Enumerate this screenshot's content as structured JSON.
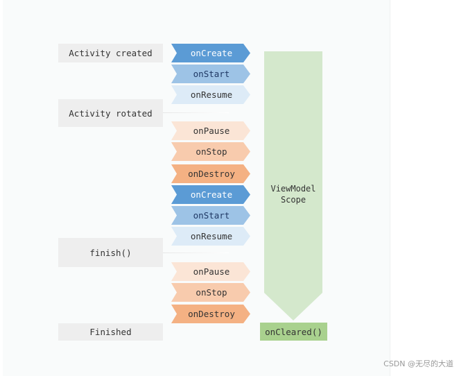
{
  "states": {
    "created": "Activity created",
    "rotated": "Activity rotated",
    "finish": "finish()",
    "finished": "Finished"
  },
  "callbacks": [
    {
      "label": "onCreate",
      "fill": "#5b9bd5",
      "text": "#ffffff"
    },
    {
      "label": "onStart",
      "fill": "#9dc3e6",
      "text": "#1f3864"
    },
    {
      "label": "onResume",
      "fill": "#ddebf7",
      "text": "#333333"
    },
    {
      "label": "onPause",
      "fill": "#fbe5d6",
      "text": "#333333"
    },
    {
      "label": "onStop",
      "fill": "#f8cbad",
      "text": "#333333"
    },
    {
      "label": "onDestroy",
      "fill": "#f4b183",
      "text": "#333333"
    },
    {
      "label": "onCreate",
      "fill": "#5b9bd5",
      "text": "#ffffff"
    },
    {
      "label": "onStart",
      "fill": "#9dc3e6",
      "text": "#1f3864"
    },
    {
      "label": "onResume",
      "fill": "#ddebf7",
      "text": "#333333"
    },
    {
      "label": "onPause",
      "fill": "#fbe5d6",
      "text": "#333333"
    },
    {
      "label": "onStop",
      "fill": "#f8cbad",
      "text": "#333333"
    },
    {
      "label": "onDestroy",
      "fill": "#f4b183",
      "text": "#333333"
    }
  ],
  "scope": {
    "line1": "ViewModel",
    "line2": "Scope",
    "fill": "#d4e8cc",
    "cleared": "onCleared()"
  },
  "watermark": "CSDN @无尽的大道"
}
